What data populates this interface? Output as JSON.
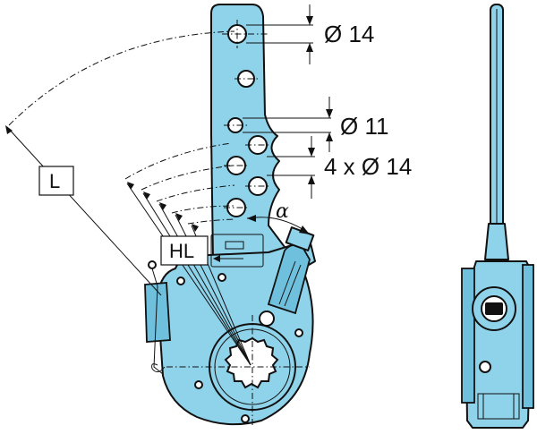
{
  "dimensions": {
    "top_hole": "Ø 14",
    "small_hole": "Ø 11",
    "multi_hole": "4 x Ø 14"
  },
  "labels": {
    "length": "L",
    "hole_length": "HL",
    "angle": "α"
  },
  "colors": {
    "part_fill": "#8fd3ea",
    "outline": "#111111",
    "background": "#ffffff"
  }
}
